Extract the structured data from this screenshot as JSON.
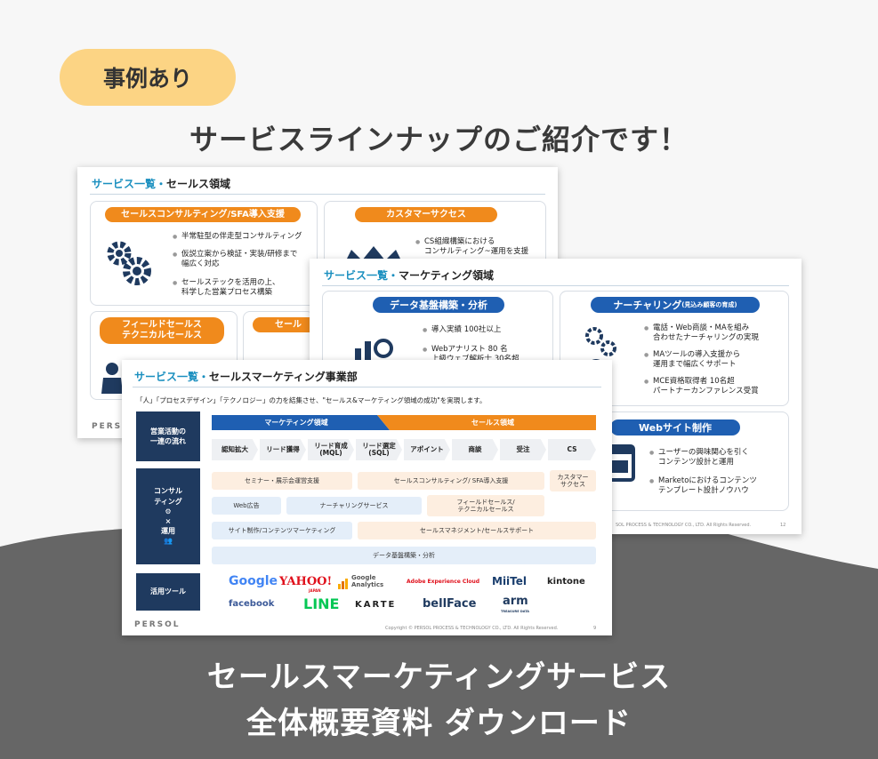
{
  "badge": "事例あり",
  "headline": "サービスラインナップのご紹介です！",
  "slide1": {
    "title_prefix": "サービス一覧・",
    "title": "セールス領域",
    "card1_pill": "セールスコンサルティング/SFA導入支援",
    "card1_bullets": [
      "半常駐型の伴走型コンサルティング",
      "仮説立案から検証・実装/研修まで\n幅広く対応",
      "セールステックを活用の上、\n科学した営業プロセス構築"
    ],
    "card2_pill": "カスタマーサクセス",
    "card2_bullets": [
      "CS組織構築における\nコンサルティング~運用を支援"
    ],
    "card3_pill": "フィールドセールス\nテクニカルセールス",
    "card4_pill": "セール",
    "persol": "PERSOL"
  },
  "slide2": {
    "title_prefix": "サービス一覧・",
    "title": "マーケティング領域",
    "card1_pill": "データ基盤構築・分析",
    "card1_bullets": [
      "導入実績 100社以上",
      "Webアナリスト 80 名\n上級ウェブ解析士 30名超"
    ],
    "card2_pill": "ナーチャリング",
    "card2_pill_sub": "(見込み顧客の育成)",
    "card2_bullets": [
      "電話・Web商談・MAを組み\n合わせたナーチャリングの実現",
      "MAツールの導入支援から\n運用まで幅広くサポート",
      "MCE資格取得者 10名超\nパートナーカンファレンス受賞"
    ],
    "card3_pill": "Webサイト制作",
    "card3_bullets": [
      "ユーザーの興味関心を引く\nコンテンツ設計と運用",
      "Marketoにおけるコンテンツ\nテンプレート設計ノウハウ"
    ],
    "footer": "SOL PROCESS & TECHNOLOGY CO., LTD. All Rights Reserved.",
    "page": "12"
  },
  "slide3": {
    "title_prefix": "サービス一覧・",
    "title": "セールスマーケティング事業部",
    "lead": "「人」「プロセスデザイン」「テクノロジー」の力を結集させ、\"セールス&マーケティング領域の成功\"を実現します。",
    "row_label_flow": "営業活動の\n一連の流れ",
    "row_label_consult": "コンサル\nティング",
    "row_label_times": "×",
    "row_label_ops": "運用",
    "row_label_tools": "活用ツール",
    "band_marketing": "マーケティング領域",
    "band_sales": "セールス領域",
    "steps": [
      "認知拡大",
      "リード獲得",
      "リード育成\n(MQL)",
      "リード選定\n(SQL)",
      "アポイント",
      "商談",
      "受注",
      "CS"
    ],
    "services": {
      "seminar": "セミナー・展示会運営支援",
      "sales_consult": "セールスコンサルティング/ SFA導入支援",
      "cs": "カスタマー\nサクセス",
      "web_ads": "Web広告",
      "nurturing": "ナーチャリングサービス",
      "field": "フィールドセールス/\nテクニカルセールス",
      "site": "サイト制作/コンテンツマーケティング",
      "sales_mgmt": "セールスマネジメント/セールスサポート",
      "data": "データ基盤構築・分析"
    },
    "tools": [
      "Google",
      "YAHOO!",
      "Google\nAnalytics",
      "Adobe Experience Cloud",
      "MiiTel",
      "kintone",
      "facebook",
      "LINE",
      "KARTE",
      "bellFace",
      "arm"
    ],
    "yahoo_sub": "JAPAN",
    "arm_sub": "TREASURE DATA",
    "footer": "Copyright © PERSOL PROCESS & TECHNOLOGY CO., LTD. All Rights Reserved.",
    "page": "9",
    "persol": "PERSOL"
  },
  "bottom_line1": "セールスマーケティングサービス",
  "bottom_line2": "全体概要資料 ダウンロード",
  "colors": {
    "badge": "#fcd484",
    "dark": "#666666",
    "orange": "#f08a1c",
    "blue": "#1f5fb2",
    "navy": "#1f3a5f"
  }
}
